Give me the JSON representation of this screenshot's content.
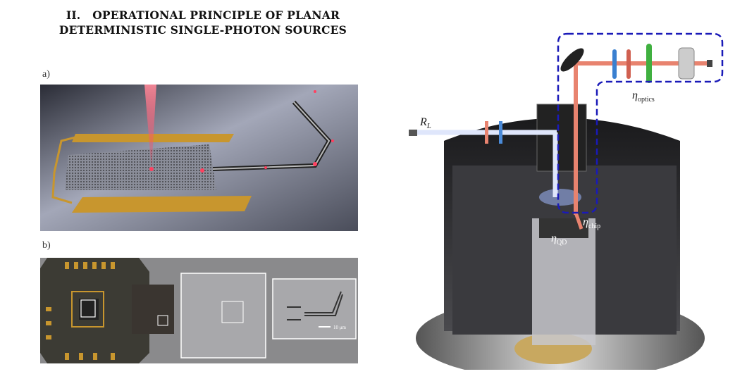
{
  "section": {
    "number": "II.",
    "title_line1": "OPERATIONAL PRINCIPLE OF PLANAR",
    "title_line2": "DETERMINISTIC SINGLE-PHOTON SOURCES"
  },
  "figure": {
    "panel_a_label": "a)",
    "panel_b_label": "b)",
    "scale_bar": "10 μm",
    "right": {
      "laser_label_main": "R",
      "laser_label_sub": "L",
      "optics_label_main": "η",
      "optics_label_sub": "optics",
      "chip_label_main": "η",
      "chip_label_sub": "chip",
      "qd_label_main": "η",
      "qd_label_sub": "QD"
    }
  },
  "colors": {
    "outline_dashed": "#1a1ab8",
    "emission_beam": "#e8836f",
    "excitation_beam": "#dfe6fb",
    "gold": "#c8962e"
  }
}
